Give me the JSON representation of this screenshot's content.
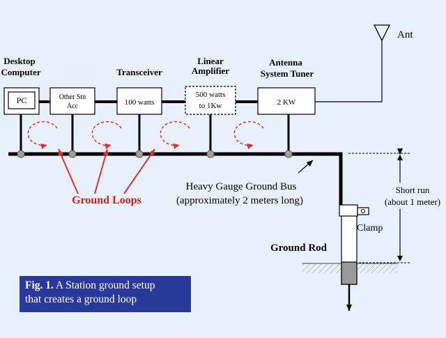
{
  "colors": {
    "background": "#e8f1fb",
    "wire": "#000000",
    "loop": "#e03030",
    "ground_loops_text": "#d01c1c",
    "caption_bg": "#2a3a9a",
    "caption_text": "#ffffff",
    "node": "#a0a0a0"
  },
  "devices": {
    "pc": {
      "label_line1": "Desktop",
      "label_line2": "Computer",
      "box": "PC"
    },
    "other": {
      "box_line1": "Other Stn",
      "box_line2": "Acc"
    },
    "transceiver": {
      "label": "Transceiver",
      "box": "100 watts"
    },
    "amplifier": {
      "label_line1": "Linear",
      "label_line2": "Amplifier",
      "box_line1": "500 watts",
      "box_line2": "to 1Kw"
    },
    "tuner": {
      "label_line1": "Antenna",
      "label_line2": "System Tuner",
      "box": "2 KW"
    },
    "antenna": {
      "label": "Ant"
    }
  },
  "annotations": {
    "ground_loops": "Ground Loops",
    "bus_line1": "Heavy Gauge Ground Bus",
    "bus_line2": "(approximately 2 meters long)",
    "short_run_line1": "Short run",
    "short_run_line2": "(about 1 meter)",
    "clamp": "Clamp",
    "ground_rod": "Ground Rod"
  },
  "caption": {
    "fig": "Fig. 1.",
    "line1_rest": " A Station ground setup",
    "line2": "that creates a ground loop"
  }
}
